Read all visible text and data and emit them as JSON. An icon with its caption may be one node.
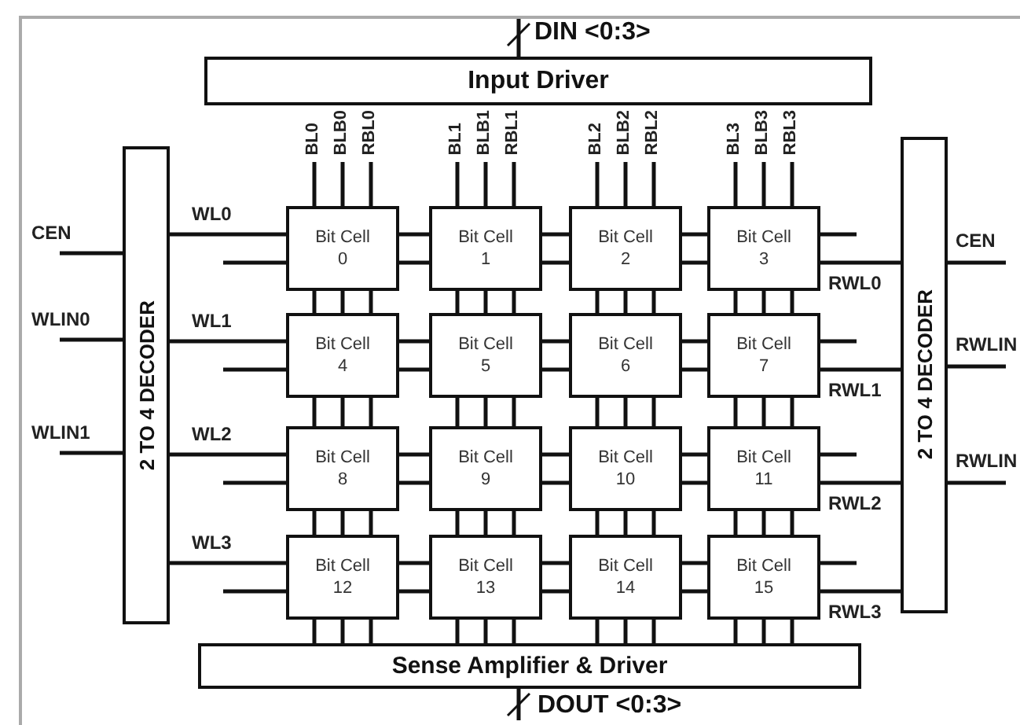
{
  "diagram": {
    "nodes": [
      {
        "text": [
          "Input Driver"
        ]
      },
      {
        "text": [
          "2 TO 4 DECODER"
        ]
      },
      {
        "text": [
          "Bit Cell 0"
        ]
      },
      {
        "text": [
          "Bit Cell 1"
        ]
      },
      {
        "text": [
          "Bit Cell 2"
        ]
      },
      {
        "text": [
          "Bit Cell 3"
        ]
      },
      {
        "text": [
          "Bit Cell 4"
        ]
      },
      {
        "text": [
          "Bit Cell 5"
        ]
      },
      {
        "text": [
          "Bit Cell 6"
        ]
      },
      {
        "text": [
          "Bit Cell 7"
        ]
      },
      {
        "text": [
          "Bit Cell 8"
        ]
      },
      {
        "text": [
          "Bit Cell 9"
        ]
      },
      {
        "text": [
          "Bit Cell 10"
        ]
      },
      {
        "text": [
          "Bit Cell 11"
        ]
      },
      {
        "text": [
          "Bit Cell 12"
        ]
      },
      {
        "text": [
          "Bit Cell 13"
        ]
      },
      {
        "text": [
          "Bit Cell 14"
        ]
      },
      {
        "text": [
          "Bit Cell 15"
        ]
      },
      {
        "text": [
          "2 TO 4 DECODER"
        ]
      },
      {
        "text": [
          "Sense Amplifier & Driver"
        ]
      }
    ],
    "edges": [
      {
        "from": null,
        "to": 0,
        "arrow": "none"
      },
      {
        "from": null,
        "to": 1,
        "arrow": "none",
        "label": "CEN"
      },
      {
        "from": null,
        "to": 1,
        "arrow": "none",
        "label": "WLIN0"
      },
      {
        "from": null,
        "to": 1,
        "arrow": "none",
        "label": "WLIN1"
      },
      {
        "from": 1,
        "to": 2,
        "arrow": "none",
        "label": "WL0"
      },
      {
        "from": 1,
        "to": 6,
        "arrow": "none",
        "label": "WL1"
      },
      {
        "from": 1,
        "to": 10,
        "arrow": "none",
        "label": "WL2"
      },
      {
        "from": 1,
        "to": 14,
        "arrow": "none",
        "label": "WL3"
      },
      {
        "from": null,
        "to": 2,
        "arrow": "none"
      },
      {
        "from": null,
        "to": 6,
        "arrow": "none"
      },
      {
        "from": null,
        "to": 10,
        "arrow": "none"
      },
      {
        "from": null,
        "to": 14,
        "arrow": "none"
      },
      {
        "from": 2,
        "to": null,
        "arrow": "none",
        "label": "BL0"
      },
      {
        "from": 2,
        "to": null,
        "arrow": "none",
        "label": "BLB0"
      },
      {
        "from": 2,
        "to": null,
        "arrow": "none",
        "label": "RBL0"
      },
      {
        "from": 3,
        "to": null,
        "arrow": "none",
        "label": "BL1"
      },
      {
        "from": 3,
        "to": null,
        "arrow": "none",
        "label": "BLB1"
      },
      {
        "from": 3,
        "to": null,
        "arrow": "none",
        "label": "RBL1"
      },
      {
        "from": 4,
        "to": null,
        "arrow": "none",
        "label": "BL2"
      },
      {
        "from": 4,
        "to": null,
        "arrow": "none",
        "label": "BLB2"
      },
      {
        "from": 4,
        "to": null,
        "arrow": "none",
        "label": "RBL2"
      },
      {
        "from": 5,
        "to": null,
        "arrow": "none",
        "label": "BL3"
      },
      {
        "from": 5,
        "to": null,
        "arrow": "none",
        "label": "BLB3"
      },
      {
        "from": 5,
        "to": null,
        "arrow": "none",
        "label": "RBL3"
      },
      {
        "from": 2,
        "to": 3,
        "arrow": "none"
      },
      {
        "from": 2,
        "to": 3,
        "arrow": "none"
      },
      {
        "from": 3,
        "to": 4,
        "arrow": "none"
      },
      {
        "from": 3,
        "to": 4,
        "arrow": "none"
      },
      {
        "from": 4,
        "to": 5,
        "arrow": "none"
      },
      {
        "from": 4,
        "to": 5,
        "arrow": "none"
      },
      {
        "from": 6,
        "to": 7,
        "arrow": "none"
      },
      {
        "from": 6,
        "to": 7,
        "arrow": "none"
      },
      {
        "from": 7,
        "to": 8,
        "arrow": "none"
      },
      {
        "from": 7,
        "to": 8,
        "arrow": "none"
      },
      {
        "from": 8,
        "to": 9,
        "arrow": "none"
      },
      {
        "from": 8,
        "to": 9,
        "arrow": "none"
      },
      {
        "from": 10,
        "to": 11,
        "arrow": "none"
      },
      {
        "from": 10,
        "to": 11,
        "arrow": "none"
      },
      {
        "from": 11,
        "to": 12,
        "arrow": "none"
      },
      {
        "from": 11,
        "to": 12,
        "arrow": "none"
      },
      {
        "from": 12,
        "to": 13,
        "arrow": "none"
      },
      {
        "from": 12,
        "to": 13,
        "arrow": "none"
      },
      {
        "from": 14,
        "to": 15,
        "arrow": "none"
      },
      {
        "from": 14,
        "to": 15,
        "arrow": "none"
      },
      {
        "from": 15,
        "to": 16,
        "arrow": "none"
      },
      {
        "from": 15,
        "to": 16,
        "arrow": "none"
      },
      {
        "from": 16,
        "to": 17,
        "arrow": "none"
      },
      {
        "from": 16,
        "to": 17,
        "arrow": "none"
      },
      {
        "from": 2,
        "to": 6,
        "arrow": "none"
      },
      {
        "from": 2,
        "to": 6,
        "arrow": "none"
      },
      {
        "from": 2,
        "to": 6,
        "arrow": "none"
      },
      {
        "from": 3,
        "to": 7,
        "arrow": "none"
      },
      {
        "from": 3,
        "to": 7,
        "arrow": "none"
      },
      {
        "from": 3,
        "to": 7,
        "arrow": "none"
      },
      {
        "from": 4,
        "to": 8,
        "arrow": "none"
      },
      {
        "from": 4,
        "to": 8,
        "arrow": "none"
      },
      {
        "from": 4,
        "to": 8,
        "arrow": "none"
      },
      {
        "from": 5,
        "to": 9,
        "arrow": "none"
      },
      {
        "from": 5,
        "to": 9,
        "arrow": "none"
      },
      {
        "from": 5,
        "to": 9,
        "arrow": "none"
      },
      {
        "from": 6,
        "to": 10,
        "arrow": "none"
      },
      {
        "from": 6,
        "to": 10,
        "arrow": "none"
      },
      {
        "from": 6,
        "to": 10,
        "arrow": "none"
      },
      {
        "from": 7,
        "to": 11,
        "arrow": "none"
      },
      {
        "from": 7,
        "to": 11,
        "arrow": "none"
      },
      {
        "from": 7,
        "to": 11,
        "arrow": "none"
      },
      {
        "from": 8,
        "to": 12,
        "arrow": "none"
      },
      {
        "from": 8,
        "to": 12,
        "arrow": "none"
      },
      {
        "from": 8,
        "to": 12,
        "arrow": "none"
      },
      {
        "from": 9,
        "to": 13,
        "arrow": "none"
      },
      {
        "from": 9,
        "to": 13,
        "arrow": "none"
      },
      {
        "from": 9,
        "to": 13,
        "arrow": "none"
      },
      {
        "from": 10,
        "to": 14,
        "arrow": "none"
      },
      {
        "from": 10,
        "to": 14,
        "arrow": "none"
      },
      {
        "from": 10,
        "to": 14,
        "arrow": "none"
      },
      {
        "from": 11,
        "to": 15,
        "arrow": "none"
      },
      {
        "from": 11,
        "to": 15,
        "arrow": "none"
      },
      {
        "from": 11,
        "to": 15,
        "arrow": "none"
      },
      {
        "from": 12,
        "to": 16,
        "arrow": "none"
      },
      {
        "from": 12,
        "to": 16,
        "arrow": "none"
      },
      {
        "from": 12,
        "to": 16,
        "arrow": "none"
      },
      {
        "from": 13,
        "to": 17,
        "arrow": "none"
      },
      {
        "from": 13,
        "to": 17,
        "arrow": "none"
      },
      {
        "from": 13,
        "to": 17,
        "arrow": "none"
      },
      {
        "from": 14,
        "to": 19,
        "arrow": "none"
      },
      {
        "from": 14,
        "to": 19,
        "arrow": "none"
      },
      {
        "from": 14,
        "to": 19,
        "arrow": "none"
      },
      {
        "from": 15,
        "to": 19,
        "arrow": "none"
      },
      {
        "from": 15,
        "to": 19,
        "arrow": "none"
      },
      {
        "from": 15,
        "to": 19,
        "arrow": "none"
      },
      {
        "from": 16,
        "to": 19,
        "arrow": "none"
      },
      {
        "from": 16,
        "to": 19,
        "arrow": "none"
      },
      {
        "from": 16,
        "to": 19,
        "arrow": "none"
      },
      {
        "from": 17,
        "to": 19,
        "arrow": "none"
      },
      {
        "from": 17,
        "to": 19,
        "arrow": "none"
      },
      {
        "from": 17,
        "to": 19,
        "arrow": "none"
      },
      {
        "from": 5,
        "to": null,
        "arrow": "none"
      },
      {
        "from": 9,
        "to": null,
        "arrow": "none"
      },
      {
        "from": 13,
        "to": null,
        "arrow": "none"
      },
      {
        "from": 17,
        "to": null,
        "arrow": "none"
      },
      {
        "from": 5,
        "to": 18,
        "arrow": "none",
        "label": "RWL0"
      },
      {
        "from": 9,
        "to": 18,
        "arrow": "none",
        "label": "RWL1"
      },
      {
        "from": 13,
        "to": 18,
        "arrow": "none",
        "label": "RWL2"
      },
      {
        "from": 17,
        "to": 18,
        "arrow": "none",
        "label": "RWL3"
      },
      {
        "from": 18,
        "to": null,
        "arrow": "none",
        "label": "CEN"
      },
      {
        "from": 18,
        "to": null,
        "arrow": "none",
        "label": "RWLIN"
      },
      {
        "from": 18,
        "to": null,
        "arrow": "none",
        "label": "RWLIN"
      },
      {
        "from": 19,
        "to": null,
        "arrow": "none"
      }
    ],
    "labels": [
      "DIN <0:3>",
      "DOUT <0:3>"
    ]
  }
}
